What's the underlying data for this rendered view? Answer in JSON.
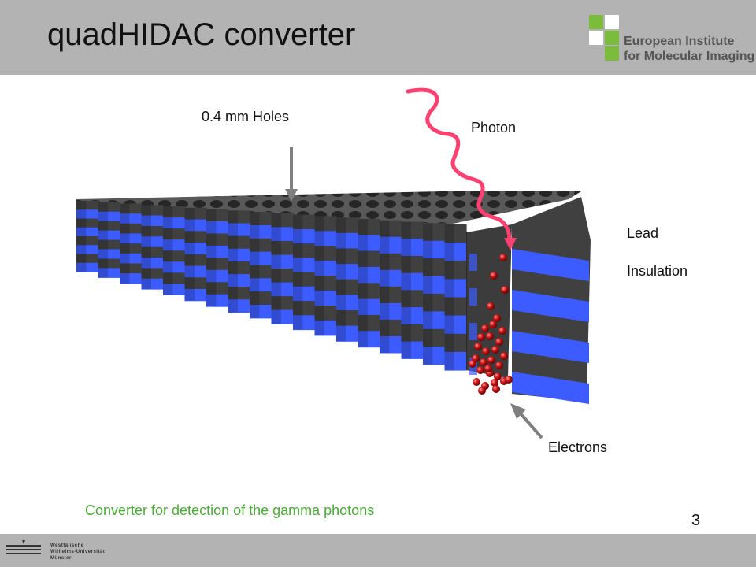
{
  "slide": {
    "title": "quadHIDAC converter",
    "page_number": "3",
    "caption": "Converter for detection of the gamma photons"
  },
  "logo": {
    "line1": "European Institute",
    "line2": "for Molecular Imaging",
    "colors": {
      "green": "#7cbc3c",
      "white": "#ffffff"
    }
  },
  "university": {
    "line1": "Westfälische",
    "line2": "Wilhelms-Universität",
    "line3": "Münster"
  },
  "diagram": {
    "labels": {
      "holes": "0.4 mm Holes",
      "photon": "Photon",
      "lead": "Lead",
      "insulation": "Insulation",
      "electrons": "Electrons"
    },
    "colors": {
      "lead": "#404040",
      "insulation": "#3c5cff",
      "photon": "#ff4070",
      "electron": "#c01010",
      "arrow": "#7f7f7f",
      "header_footer": "#b3b3b3",
      "caption": "#4caa3a"
    }
  }
}
